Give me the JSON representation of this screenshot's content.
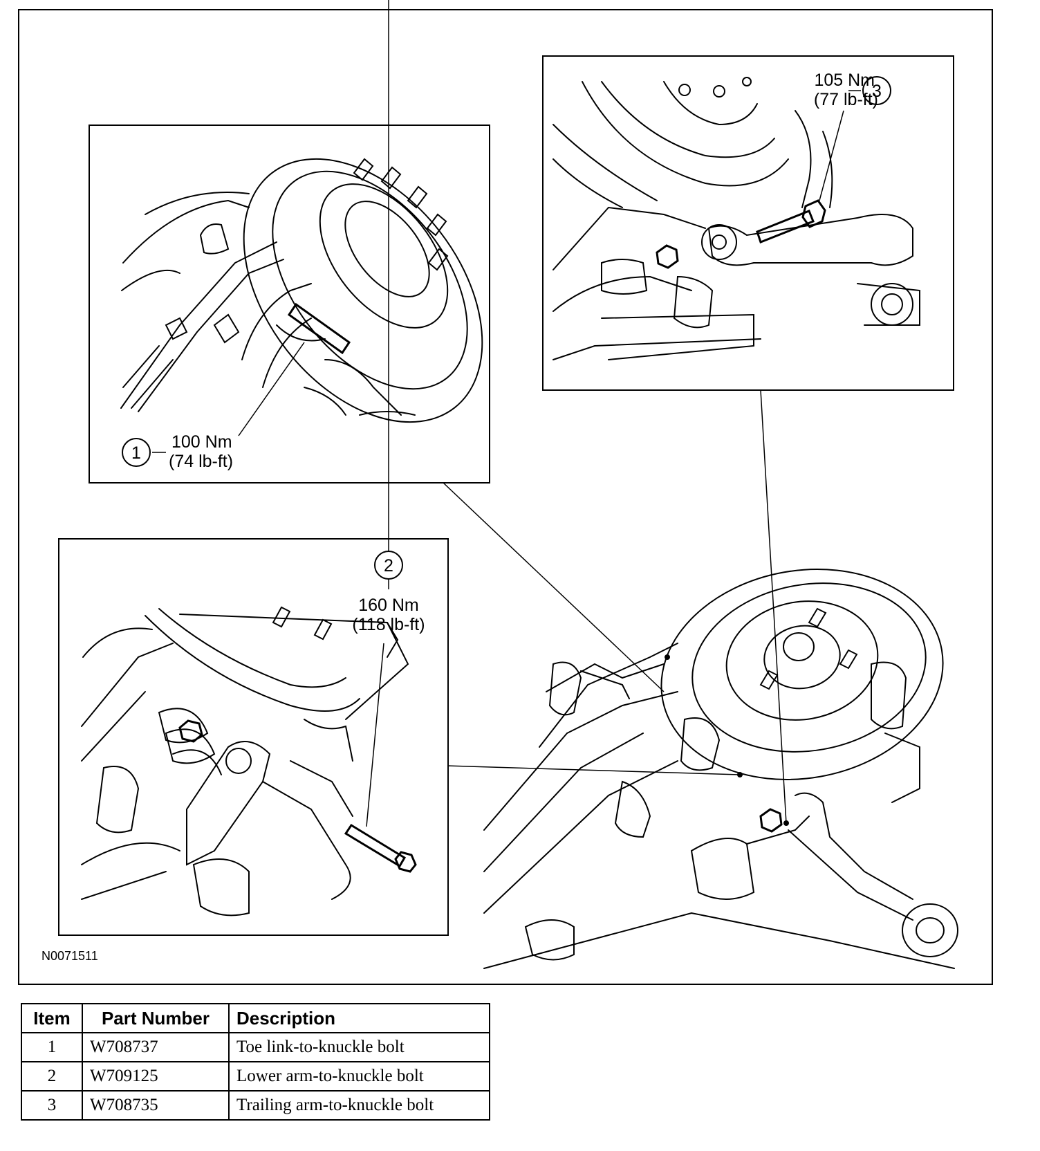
{
  "figure": {
    "id": "N0071511",
    "callouts": [
      {
        "num": "1",
        "line1": "100 Nm",
        "line2": "(74 lb-ft)"
      },
      {
        "num": "2",
        "line1": "160 Nm",
        "line2": "(118 lb-ft)"
      },
      {
        "num": "3",
        "line1": "105 Nm",
        "line2": "(77 lb-ft)"
      }
    ]
  },
  "table": {
    "headers": {
      "item": "Item",
      "part": "Part Number",
      "desc": "Description"
    },
    "rows": [
      {
        "item": "1",
        "part": "W708737",
        "desc": "Toe link-to-knuckle bolt"
      },
      {
        "item": "2",
        "part": "W709125",
        "desc": "Lower arm-to-knuckle bolt"
      },
      {
        "item": "3",
        "part": "W708735",
        "desc": "Trailing arm-to-knuckle bolt"
      }
    ]
  }
}
